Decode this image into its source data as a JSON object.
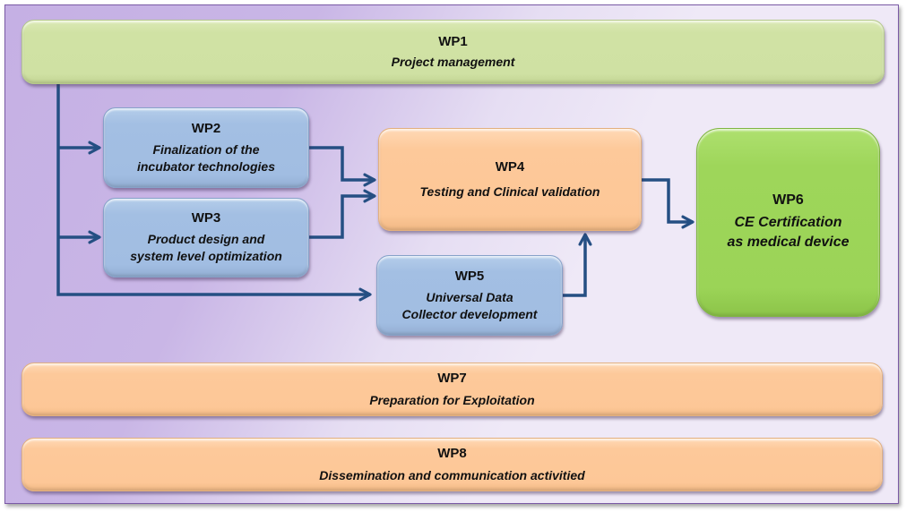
{
  "diagram": {
    "type": "work-package-structure",
    "colors": {
      "connector": "#254f83",
      "frame_border": "#7a5aa6",
      "management": "#d2e3a6",
      "technical": "#a3bfe3",
      "validation": "#fdc99a",
      "certification": "#9ed65a"
    },
    "work_packages": [
      {
        "id": "WP1",
        "code": "WP1",
        "title": "Project management"
      },
      {
        "id": "WP2",
        "code": "WP2",
        "title_line1": "Finalization of the",
        "title_line2": "incubator technologies"
      },
      {
        "id": "WP3",
        "code": "WP3",
        "title_line1": "Product design and",
        "title_line2": "system level optimization"
      },
      {
        "id": "WP4",
        "code": "WP4",
        "title": "Testing and Clinical validation"
      },
      {
        "id": "WP5",
        "code": "WP5",
        "title_line1": "Universal Data",
        "title_line2": "Collector development"
      },
      {
        "id": "WP6",
        "code": "WP6",
        "title_line1": "CE Certification",
        "title_line2": "as medical device"
      },
      {
        "id": "WP7",
        "code": "WP7",
        "title": "Preparation for Exploitation"
      },
      {
        "id": "WP8",
        "code": "WP8",
        "title": "Dissemination and communication activitied"
      }
    ],
    "flows": [
      {
        "from": "WP1",
        "to": "WP2"
      },
      {
        "from": "WP1",
        "to": "WP3"
      },
      {
        "from": "WP1",
        "to": "WP5"
      },
      {
        "from": "WP2",
        "to": "WP4"
      },
      {
        "from": "WP3",
        "to": "WP4"
      },
      {
        "from": "WP5",
        "to": "WP4"
      },
      {
        "from": "WP4",
        "to": "WP6"
      }
    ]
  }
}
